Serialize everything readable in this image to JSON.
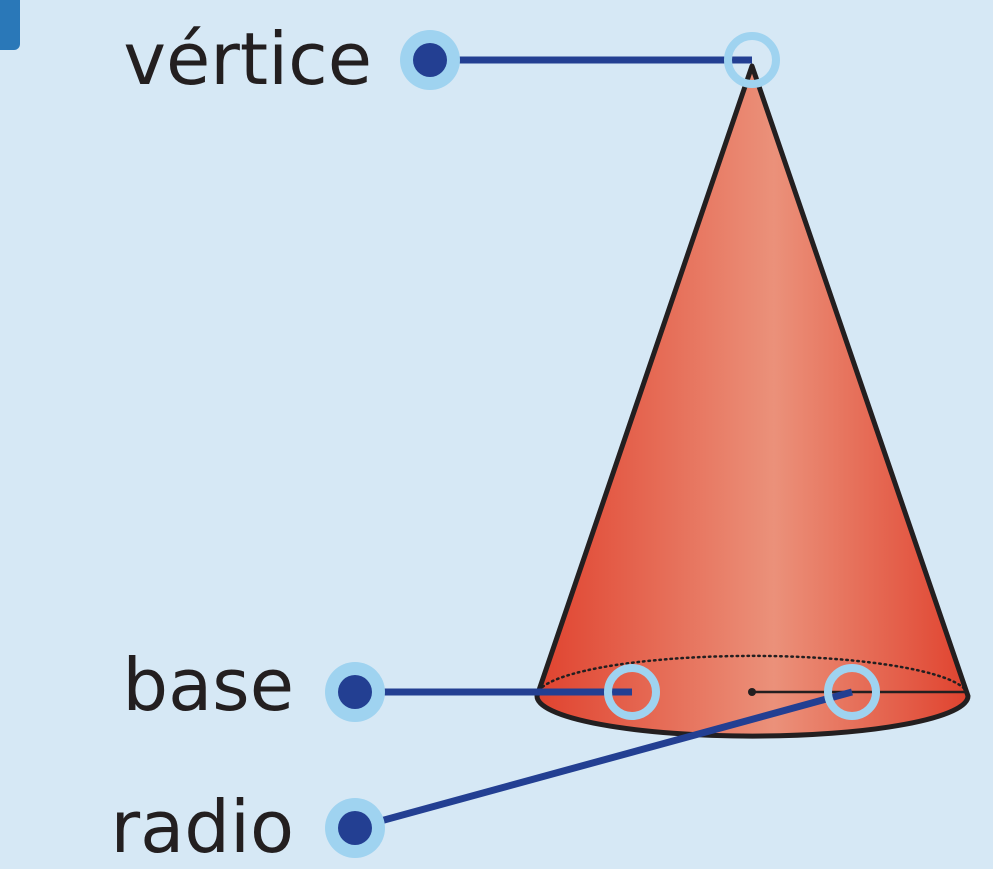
{
  "diagram": {
    "labels": {
      "vertex": "vértice",
      "base": "base",
      "radius": "radio"
    },
    "colors": {
      "background": "#d6e8f5",
      "cone_edge": "#e0432f",
      "cone_mid": "#eb917a",
      "outline": "#231f20",
      "leader": "#233f92",
      "marker_ring": "#9fd3f0",
      "marker_dot": "#233f92"
    }
  }
}
